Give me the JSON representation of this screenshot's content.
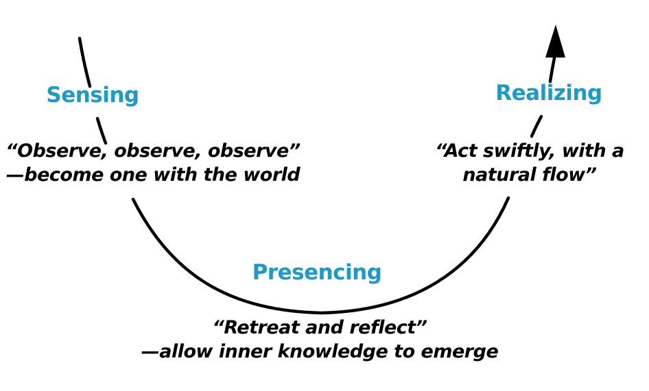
{
  "colors": {
    "accent": "#1B9BC8",
    "line": "#000000",
    "background": "#FFFFFF"
  },
  "phases": [
    {
      "id": "sensing",
      "label": "Sensing",
      "quote_lines": [
        "“Observe, observe, observe”",
        "—become one with the world"
      ]
    },
    {
      "id": "presencing",
      "label": "Presencing",
      "quote_lines": [
        "“Retreat and reflect”",
        "—allow inner knowledge to emerge"
      ]
    },
    {
      "id": "realizing",
      "label": "Realizing",
      "quote_lines": [
        "“Act swiftly, with a",
        "natural flow”"
      ]
    }
  ],
  "icons": {
    "up_arrow": "up-arrow"
  }
}
